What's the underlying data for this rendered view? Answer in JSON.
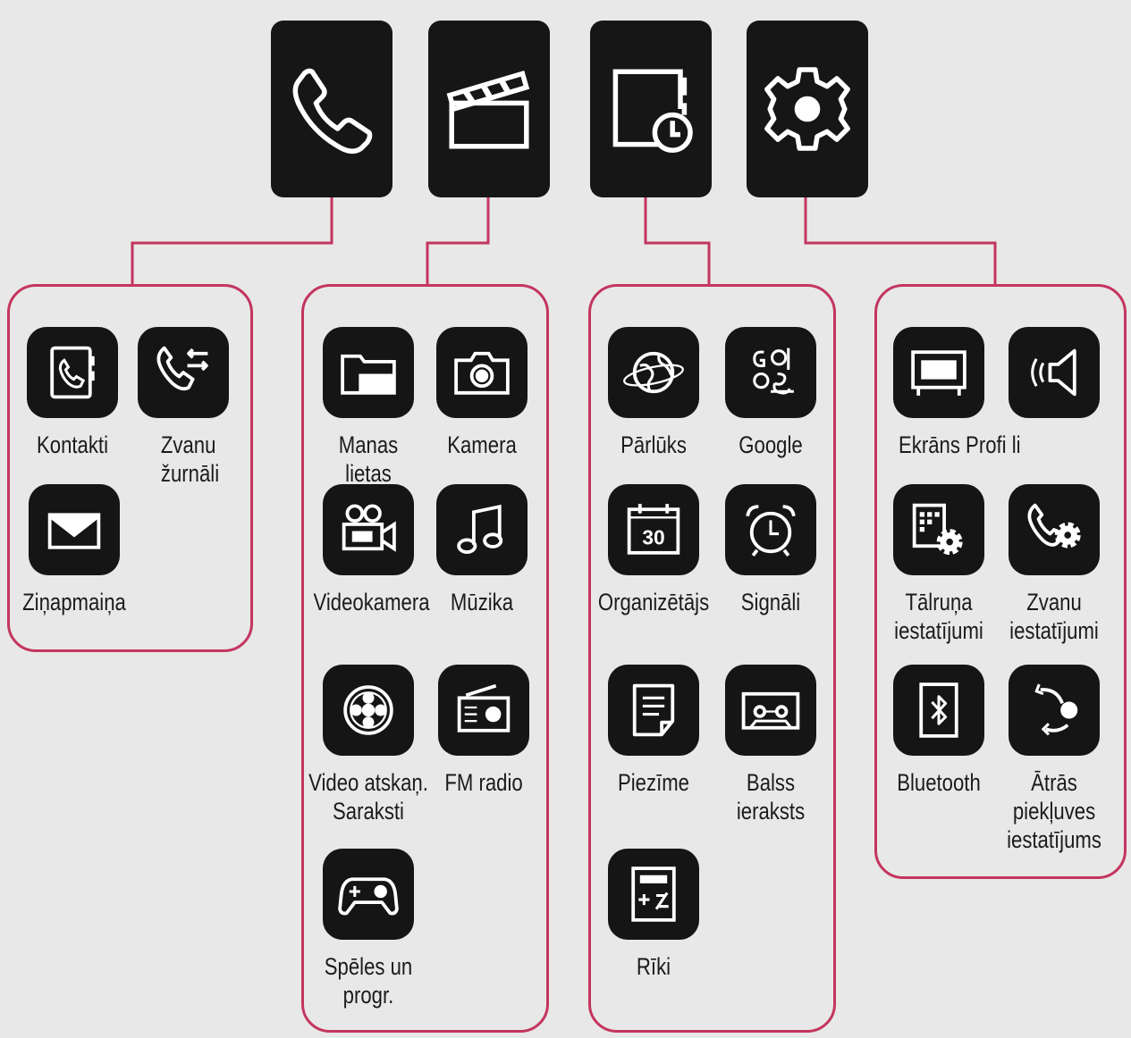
{
  "colors": {
    "accent": "#c4355f",
    "tile": "#151515",
    "background": "#e8e8e8"
  },
  "categories": [
    {
      "icon": "phone-icon"
    },
    {
      "icon": "clapperboard-icon"
    },
    {
      "icon": "document-clock-icon"
    },
    {
      "icon": "gear-icon"
    }
  ],
  "groups": {
    "communication": {
      "kontakti": "Kontakti",
      "zvanu_zurnali": "Zvanu\nžurnāli",
      "zinapmaina": "Ziņapmaiņa"
    },
    "multimedia": {
      "manas_lietas": "Manas lietas",
      "kamera": "Kamera",
      "videokamera": "Videokamera",
      "muzika": "Mūzika",
      "video_atskan": "Video atskaņ.\nSaraksti",
      "fm_radio": "FM radio",
      "speles": "Spēles un\nprogr."
    },
    "utilities": {
      "parluks": "Pārlūks",
      "google": "Google",
      "organizetajs": "Organizētājs",
      "signali": "Signāli",
      "piezime": "Piezīme",
      "balss": "Balss\nieraksts",
      "riki": "Rīki",
      "calendar_day": "30"
    },
    "settings": {
      "ekrans_profili": "Ekrāns Profi li",
      "talruna": "Tālruņa\niestatījumi",
      "zvanu_iestatijumi": "Zvanu\niestatījumi",
      "bluetooth": "Bluetooth",
      "atras": "Ātrās\npiekļuves\niestatījums"
    }
  }
}
